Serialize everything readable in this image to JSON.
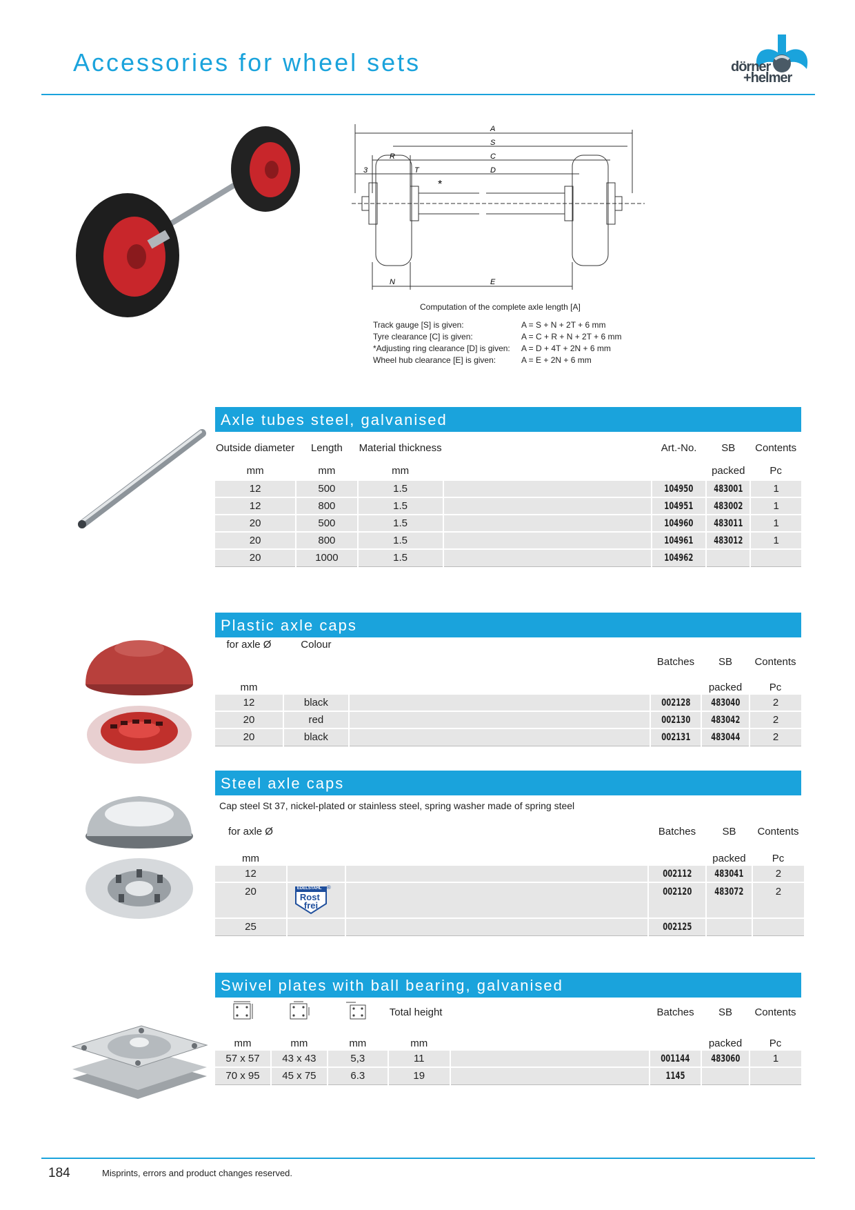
{
  "header": {
    "title": "Accessories for wheel sets",
    "logo_line1": "dörner",
    "logo_line2": "+helmer",
    "accent": "#1aa3dc"
  },
  "diagram": {
    "labels": {
      "A": "A",
      "S": "S",
      "C": "C",
      "D": "D",
      "R": "R",
      "T": "T",
      "three": "3",
      "star": "*",
      "N": "N",
      "E": "E"
    },
    "caption": "Computation of the complete axle length [A]",
    "formulas": [
      {
        "given": "Track gauge [S] is given:",
        "formula": "A = S + N + 2T + 6 mm"
      },
      {
        "given": "Tyre clearance [C] is given:",
        "formula": "A = C + R + N + 2T + 6 mm"
      },
      {
        "given": "*Adjusting ring clearance [D] is given:",
        "formula": "A = D + 4T + 2N + 6 mm"
      },
      {
        "given": "Wheel hub clearance [E] is given:",
        "formula": "A = E + 2N + 6 mm"
      }
    ]
  },
  "axle_tubes": {
    "title": "Axle tubes steel, galvanised",
    "headers": {
      "outside_diameter": "Outside diameter",
      "length": "Length",
      "material_thickness": "Material thickness",
      "art_no": "Art.-No.",
      "sb": "SB",
      "contents": "Contents"
    },
    "units": {
      "outside_diameter": "mm",
      "length": "mm",
      "material_thickness": "mm",
      "sb": "packed",
      "contents": "Pc"
    },
    "rows": [
      {
        "diameter": "12",
        "length": "500",
        "thickness": "1.5",
        "art_no": "104950",
        "sb": "483001",
        "contents": "1"
      },
      {
        "diameter": "12",
        "length": "800",
        "thickness": "1.5",
        "art_no": "104951",
        "sb": "483002",
        "contents": "1"
      },
      {
        "diameter": "20",
        "length": "500",
        "thickness": "1.5",
        "art_no": "104960",
        "sb": "483011",
        "contents": "1"
      },
      {
        "diameter": "20",
        "length": "800",
        "thickness": "1.5",
        "art_no": "104961",
        "sb": "483012",
        "contents": "1"
      },
      {
        "diameter": "20",
        "length": "1000",
        "thickness": "1.5",
        "art_no": "104962",
        "sb": "",
        "contents": ""
      }
    ]
  },
  "plastic_caps": {
    "title": "Plastic axle caps",
    "headers": {
      "for_axle": "for axle Ø",
      "colour": "Colour",
      "batches": "Batches",
      "sb": "SB",
      "contents": "Contents"
    },
    "units": {
      "for_axle": "mm",
      "sb": "packed",
      "contents": "Pc"
    },
    "rows": [
      {
        "axle": "12",
        "colour": "black",
        "batch": "002128",
        "sb": "483040",
        "contents": "2"
      },
      {
        "axle": "20",
        "colour": "red",
        "batch": "002130",
        "sb": "483042",
        "contents": "2"
      },
      {
        "axle": "20",
        "colour": "black",
        "batch": "002131",
        "sb": "483044",
        "contents": "2"
      }
    ]
  },
  "steel_caps": {
    "title": "Steel axle caps",
    "description": "Cap steel St 37, nickel-plated or stainless steel, spring washer made of spring steel",
    "headers": {
      "for_axle": "for axle Ø",
      "batches": "Batches",
      "sb": "SB",
      "contents": "Contents"
    },
    "units": {
      "for_axle": "mm",
      "sb": "packed",
      "contents": "Pc"
    },
    "badge": {
      "top": "EDELSTAHL",
      "line1": "Rost",
      "line2": "frei",
      "reg": "®"
    },
    "rows": [
      {
        "axle": "12",
        "batch": "002112",
        "sb": "483041",
        "contents": "2"
      },
      {
        "axle": "20",
        "batch": "002120",
        "sb": "483072",
        "contents": "2"
      },
      {
        "axle": "25",
        "batch": "002125",
        "sb": "",
        "contents": ""
      }
    ]
  },
  "swivel_plates": {
    "title": "Swivel plates with ball bearing, galvanised",
    "headers": {
      "total_height": "Total height",
      "batches": "Batches",
      "sb": "SB",
      "contents": "Contents"
    },
    "units": {
      "plate": "mm",
      "hole": "mm",
      "thickness": "mm",
      "height": "mm",
      "sb": "packed",
      "contents": "Pc"
    },
    "rows": [
      {
        "plate": "57 x 57",
        "hole": "43 x 43",
        "thickness": "5,3",
        "height": "11",
        "batch": "001144",
        "sb": "483060",
        "contents": "1"
      },
      {
        "plate": "70 x 95",
        "hole": "45 x 75",
        "thickness": "6.3",
        "height": "19",
        "batch": "1145",
        "sb": "",
        "contents": ""
      }
    ]
  },
  "footer": {
    "page_number": "184",
    "note": "Misprints, errors and product changes reserved."
  }
}
